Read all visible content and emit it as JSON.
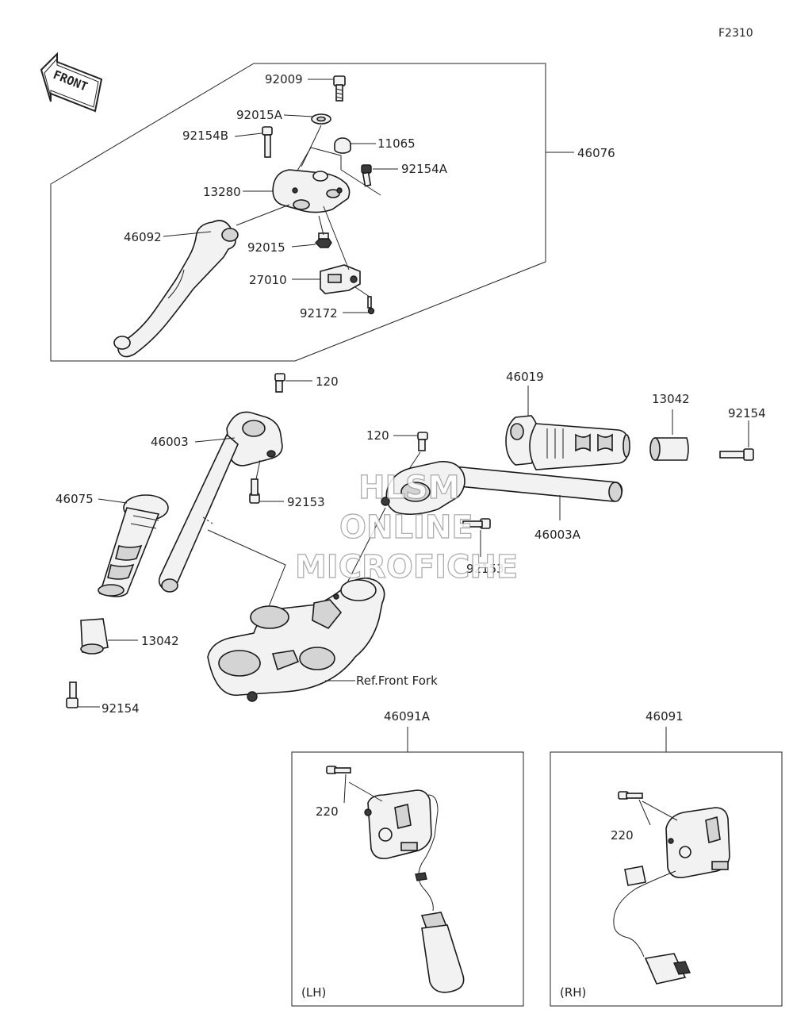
{
  "figure_code": "F2310",
  "front_label": "FRONT",
  "watermark": {
    "line1": "HLSM",
    "line2": "ONLINE",
    "line3": "MICROFICHE"
  },
  "callouts": {
    "p92009": "92009",
    "p92015A": "92015A",
    "p92154B": "92154B",
    "p11065": "11065",
    "p92154A": "92154A",
    "p46076": "46076",
    "p13280": "13280",
    "p46092": "46092",
    "p92015": "92015",
    "p27010": "27010",
    "p92172": "92172",
    "p120_left": "120",
    "p46019": "46019",
    "p13042_right": "13042",
    "p92154_right": "92154",
    "p46003": "46003",
    "p120_mid": "120",
    "p46075": "46075",
    "p92153_left": "92153",
    "p46003A": "46003A",
    "p92153_mid": "92153",
    "p13042_left": "13042",
    "p92154_left": "92154",
    "ref_front_fork": "Ref.Front Fork",
    "p46091A": "46091A",
    "p46091": "46091",
    "p220_lh": "220",
    "p220_rh": "220"
  },
  "box_labels": {
    "lh": "(LH)",
    "rh": "(RH)"
  }
}
